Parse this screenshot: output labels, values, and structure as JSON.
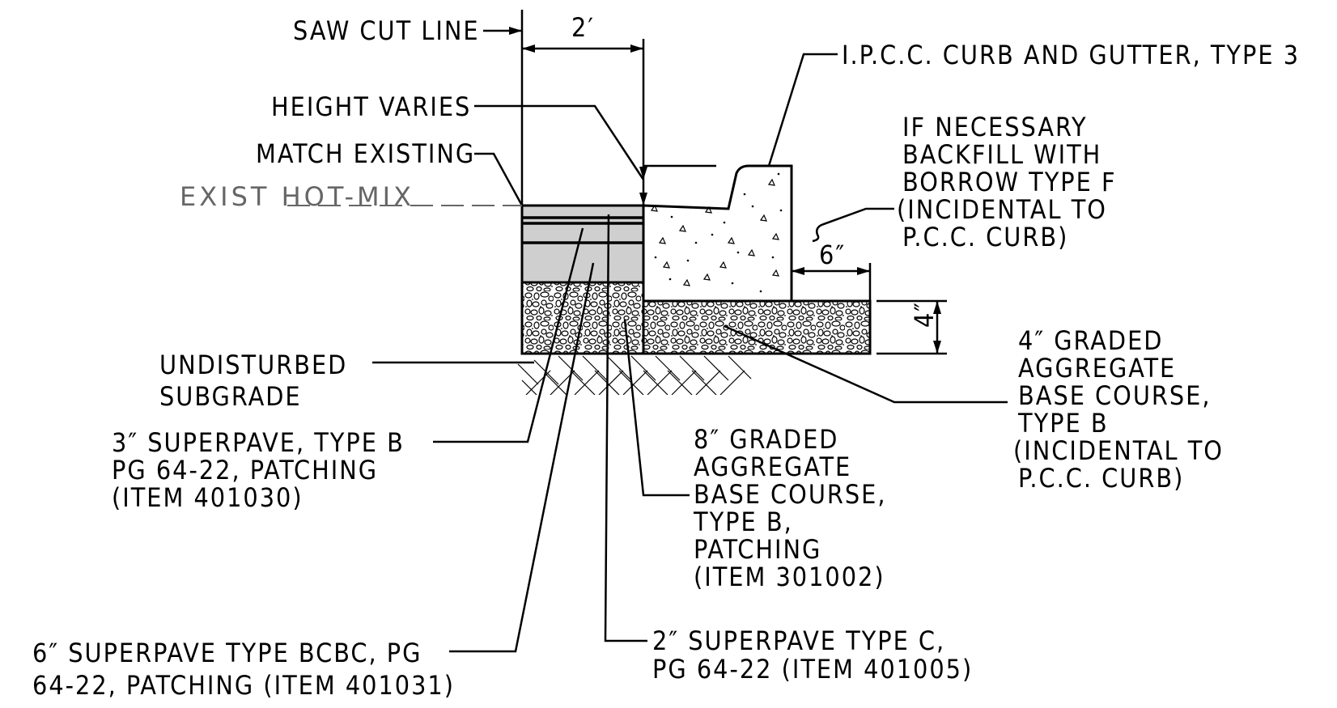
{
  "labels": {
    "saw_cut_line": "SAW CUT LINE",
    "dim_2ft": "2′",
    "height_varies": "HEIGHT VARIES",
    "match_existing": "MATCH EXISTING",
    "exist_hot_mix": "EXIST HOT-MIX",
    "curb_gutter": "I.P.C.C. CURB AND GUTTER, TYPE 3",
    "backfill": [
      "IF NECESSARY",
      "BACKFILL WITH",
      "BORROW TYPE F",
      "(INCIDENTAL TO",
      "P.C.C. CURB)"
    ],
    "dim_6in": "6″",
    "dim_4in": "4″",
    "undisturbed": [
      "UNDISTURBED",
      "SUBGRADE"
    ],
    "superpave_3in": [
      "3″ SUPERPAVE, TYPE B",
      "PG 64-22, PATCHING",
      "(ITEM 401030)"
    ],
    "graded_8in": [
      "8″ GRADED",
      "AGGREGATE",
      "BASE COURSE,",
      "TYPE B,",
      "PATCHING",
      "(ITEM 301002)"
    ],
    "graded_4in": [
      "4″ GRADED",
      "AGGREGATE",
      "BASE COURSE,",
      "TYPE B",
      "(INCIDENTAL TO",
      "P.C.C. CURB)"
    ],
    "superpave_6in": [
      "6″ SUPERPAVE TYPE BCBC, PG",
      "64-22, PATCHING (ITEM 401031)"
    ],
    "superpave_2in": [
      "2″ SUPERPAVE TYPE C,",
      "PG 64-22 (ITEM 401005)"
    ]
  }
}
